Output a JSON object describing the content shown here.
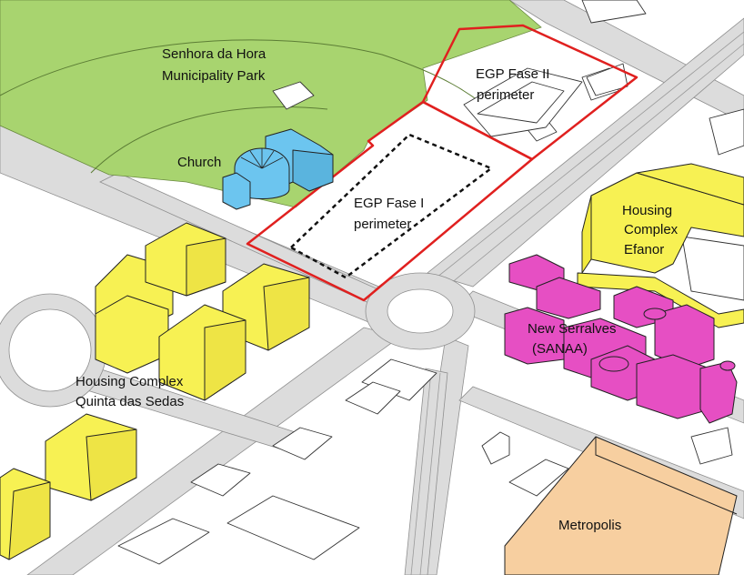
{
  "labels": {
    "park_line1": "Senhora da Hora",
    "park_line2": "Municipality Park",
    "egp2_line1": "EGP Fase II",
    "egp2_line2": "perimeter",
    "church": "Church",
    "egp1_line1": "EGP Fase I",
    "egp1_line2": "perimeter",
    "efanor_line1": "Housing",
    "efanor_line2": "Complex",
    "efanor_line3": "Efanor",
    "serralves_line1": "New Serralves",
    "serralves_line2": "(SANAA)",
    "sedas_line1": "Housing Complex",
    "sedas_line2": "Quinta das Sedas",
    "metropolis": "Metropolis"
  },
  "colors": {
    "park": "#a8d46f",
    "church": "#6cc5ef",
    "housing": "#f7f153",
    "serralves": "#e64fc3",
    "metropolis": "#f7cfa0",
    "perimeter": "#e0201f",
    "road": "#dcdcdc",
    "background": "#ffffff"
  }
}
